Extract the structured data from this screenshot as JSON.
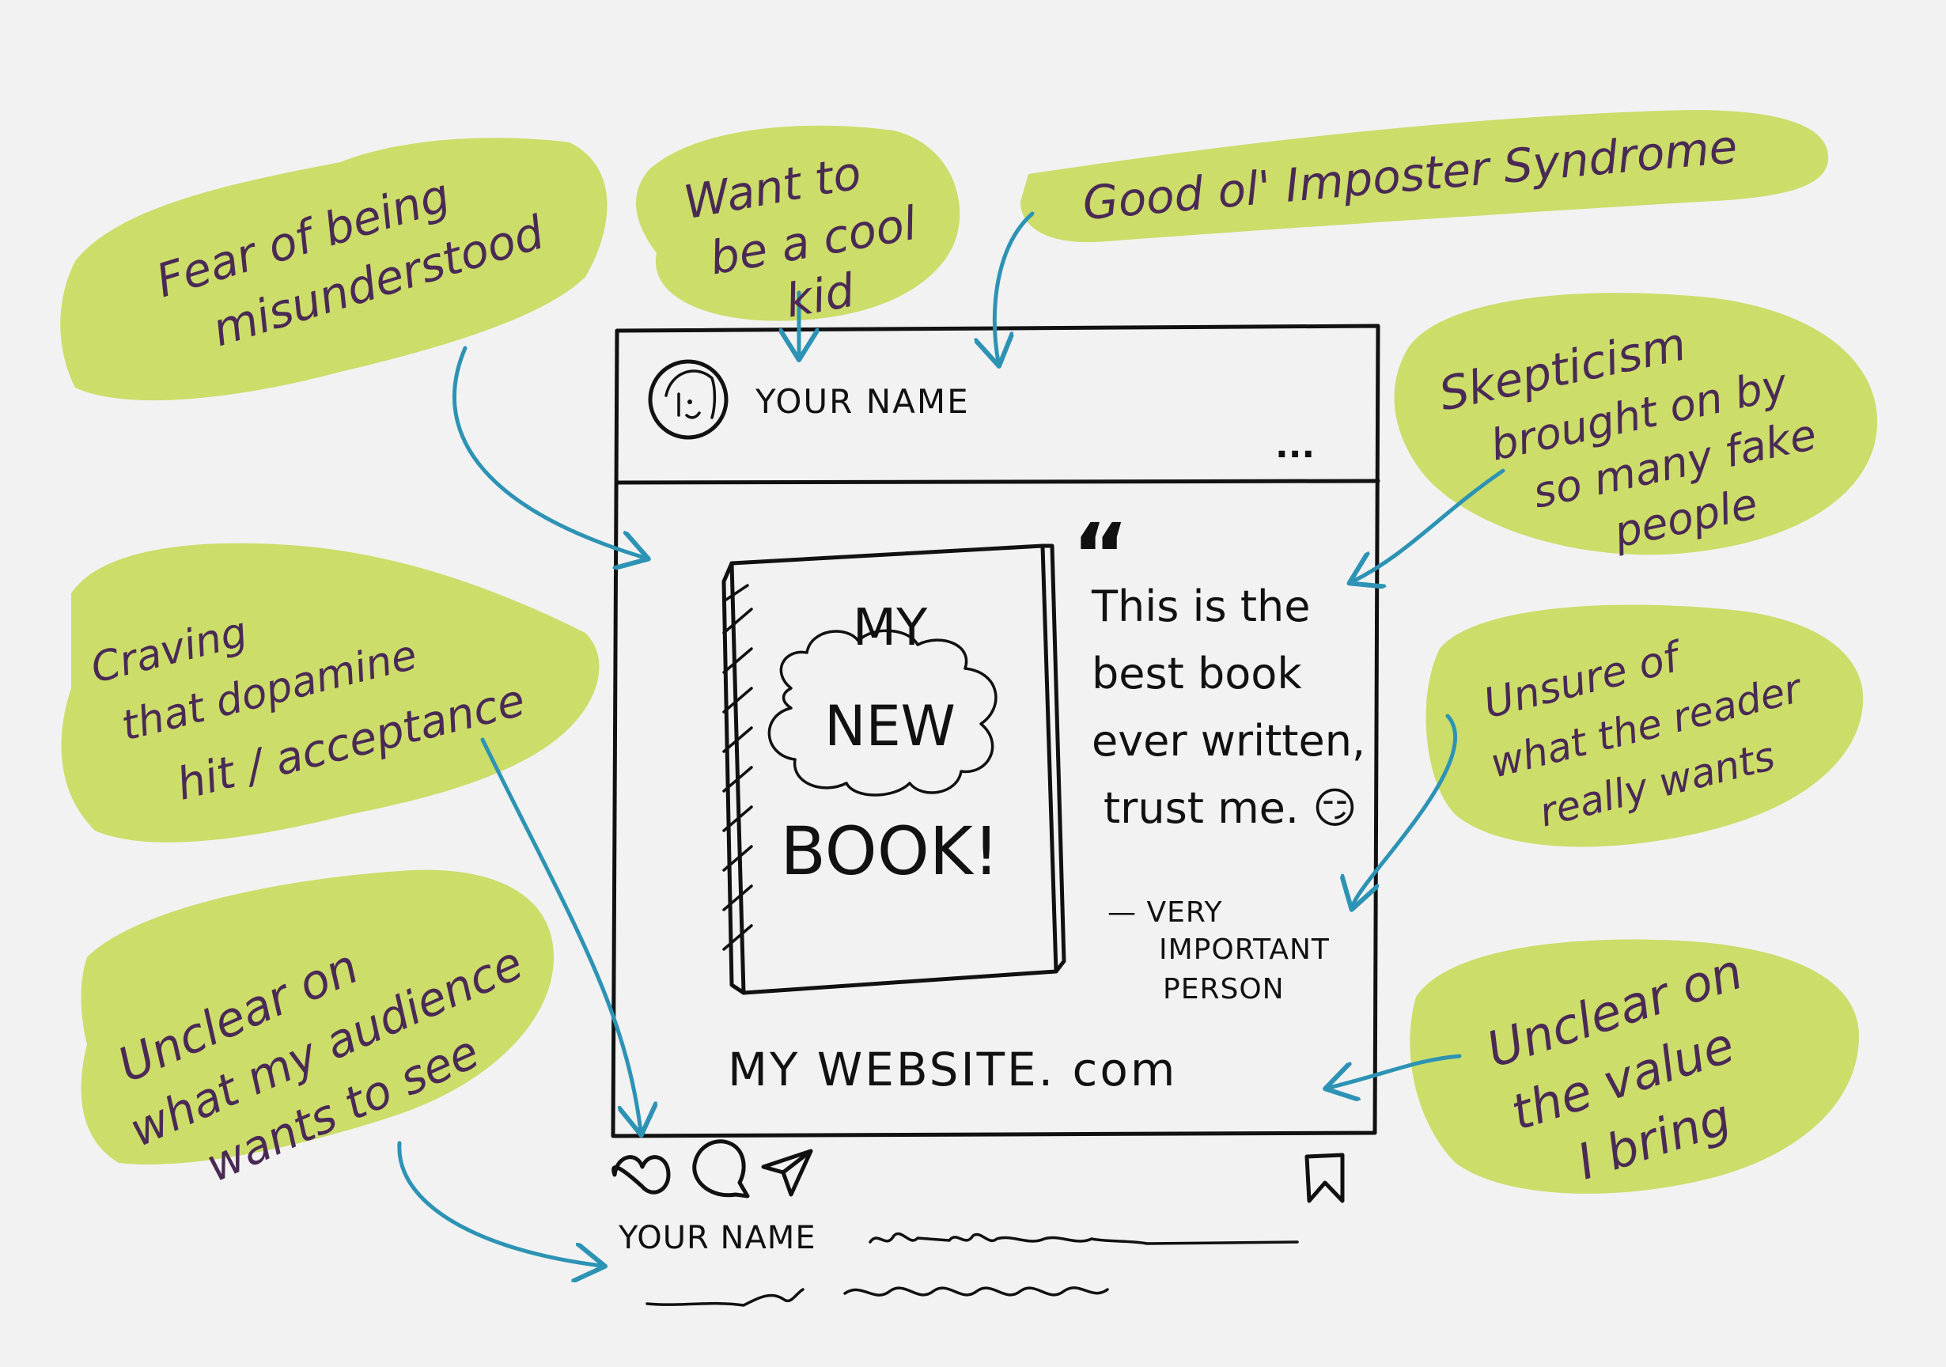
{
  "colors": {
    "highlight": "#ccdd6a",
    "note_text": "#4a2a55",
    "arrow": "#2d93b4",
    "ink": "#111111",
    "background": "#f2f2f2"
  },
  "notes": {
    "fear": [
      "Fear of being",
      "misunderstood"
    ],
    "cool_kid": [
      "Want to",
      "be a cool",
      "kid"
    ],
    "imposter": [
      "Good ol' Imposter Syndrome"
    ],
    "skepticism": [
      "Skepticism",
      "brought on by",
      "so many fake",
      "people"
    ],
    "craving": [
      "Craving",
      "that dopamine",
      "hit / acceptance"
    ],
    "unsure": [
      "Unsure of",
      "what the reader",
      "really wants"
    ],
    "audience": [
      "Unclear on",
      "what my audience",
      "wants to see"
    ],
    "value": [
      "Unclear on",
      "the value",
      "I bring"
    ]
  },
  "post": {
    "username": "YOUR NAME",
    "menu": "...",
    "book_title": [
      "MY",
      "NEW",
      "BOOK!"
    ],
    "quote_mark": "“",
    "quote": [
      "This is the",
      "best book",
      "ever written,",
      "trust me. 😏"
    ],
    "attribution": [
      "— VERY",
      "IMPORTANT",
      "PERSON"
    ],
    "website": "MY WEBSITE. com",
    "caption_name": "YOUR NAME"
  },
  "icons": [
    "heart-icon",
    "comment-icon",
    "send-icon",
    "bookmark-icon"
  ]
}
